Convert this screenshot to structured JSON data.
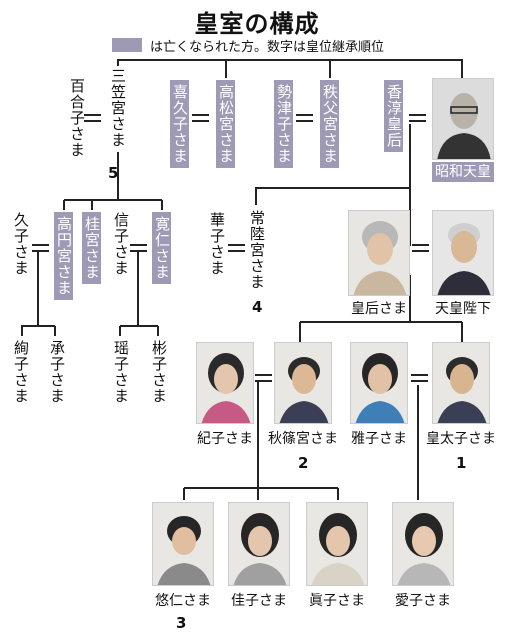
{
  "title": "皇室の構成",
  "legend": "は亡くなられた方。数字は皇位継承順位",
  "colors": {
    "deceased_box": "#9e9ab5",
    "line": "#222222"
  },
  "top_row": {
    "yuriko": "百合子さま",
    "mikasa": "三笠宮さま",
    "mikasa_rank": "5",
    "kikuko": "喜久子さま",
    "takamatsu": "高松宮さま",
    "setsuko": "勢津子さま",
    "chichibu": "秩父宮さま",
    "kojun": "香淳皇后",
    "showa": "昭和天皇"
  },
  "second_row": {
    "hisako": "久子さま",
    "takamado": "高円宮さま",
    "katsura": "桂宮さま",
    "nobuko": "信子さま",
    "tomohito": "寛仁さま",
    "hanako": "華子さま",
    "hitachi": "常陸宮さま",
    "hitachi_rank": "4",
    "empress": "皇后さま",
    "emperor": "天皇陛下"
  },
  "third_row": {
    "tsuguko": "絢子さま",
    "tsuguko2": "承子さま",
    "yoko": "瑶子さま",
    "akiko": "彬子さま",
    "kiko": "紀子さま",
    "akishino": "秋篠宮さま",
    "akishino_rank": "2",
    "masako": "雅子さま",
    "crown_prince": "皇太子さま",
    "crown_prince_rank": "1"
  },
  "fourth_row": {
    "hisahito": "悠仁さま",
    "hisahito_rank": "3",
    "kako": "佳子さま",
    "mako": "眞子さま",
    "aiko": "愛子さま"
  }
}
